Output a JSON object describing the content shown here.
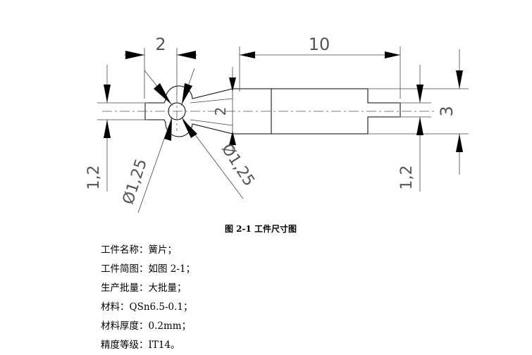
{
  "figure": {
    "dimensions": {
      "top_left": "2",
      "top_right": "10",
      "inner_height": "2",
      "right_height": "3",
      "left_lower": "1,2",
      "right_lower": "1,2",
      "dia_left": "Ø1,25",
      "dia_right": "Ø1,25"
    },
    "caption": "图 2-1  工件尺寸图"
  },
  "specs": [
    "工件名称：簧片；",
    "工件简图：如图 2-1；",
    "生产批量：大批量；",
    "材料：QSn6.5-0.1；",
    "材料厚度：0.2mm；",
    "精度等级：IT14。"
  ]
}
